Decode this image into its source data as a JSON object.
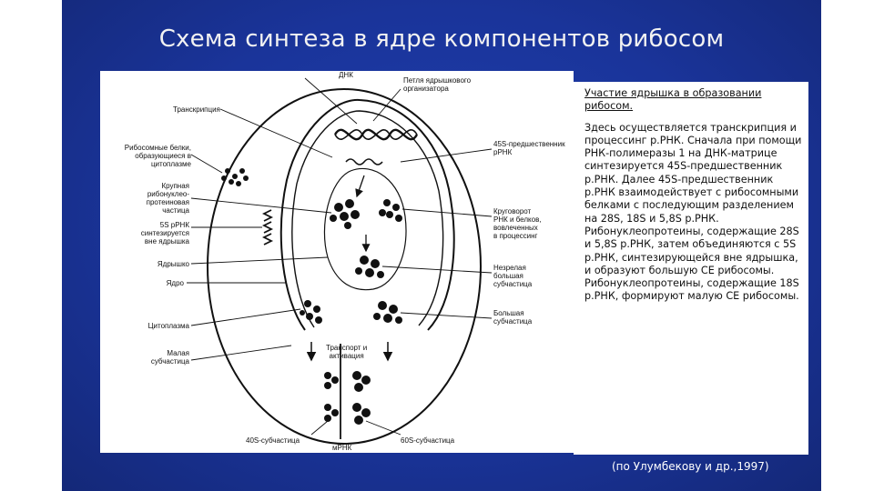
{
  "slide": {
    "title": "Схема синтеза в ядре компонентов рибосом",
    "citation": "(по Улумбекову и др.,1997)"
  },
  "diagram": {
    "labels": {
      "dna": "ДНК",
      "nucleolar_loop": "Петля ядрышкового\nорганизатора",
      "transcription": "Транскрипция",
      "ribosomal_proteins": "Рибосомные белки,\nобразующиеся в\nцитоплазме",
      "large_rnp": "Крупная\nрибонуклео-\nпротеиновая\nчастица",
      "rrna_5s": "5S рРНК\nсинтезируется\nвне ядрышка",
      "nucleolus": "Ядрышко",
      "nucleus": "Ядро",
      "cytoplasm": "Цитоплазма",
      "small_subunit": "Малая\nсубчастица",
      "sub_40s": "40S-субчастица",
      "mrna": "мРНК",
      "sub_60s": "60S-субчастица",
      "precursor_45s": "45S-предшественник\nрРНК",
      "turnover": "Круговорот\nРНК и белков,\nвовлеченных\nв процессинг",
      "immature_large": "Незрелая\nбольшая\nсубчастица",
      "large_subunit": "Большая\nсубчастица",
      "transport": "Транспорт и\nактивация"
    }
  },
  "description": {
    "heading": "Участие ядрышка в образовании рибосом.",
    "body": "Здесь осуществляется транскрипция и процессинг р.РНК. Сначала при помощи РНК-полимеразы 1 на ДНК-матрице синтезируется 45S-предшественник р.РНК. Далее 45S-предшественник р.РНК взаимодействует с рибосомными белками с последующим разделением на 28S, 18S и 5,8S р.РНК. Рибонуклеопротеины, содержащие 28S и 5,8S р.РНК, затем объединяются с 5S р.РНК, синтезирующейся вне ядрышка, и образуют большую СЕ рибосомы. Рибонуклеопротеины, содержащие 18S р.РНК, формируют малую СЕ рибосомы."
  },
  "colors": {
    "background": "#1a349a",
    "title": "#f2f2f2",
    "panel": "#ffffff",
    "ink": "#111111"
  }
}
